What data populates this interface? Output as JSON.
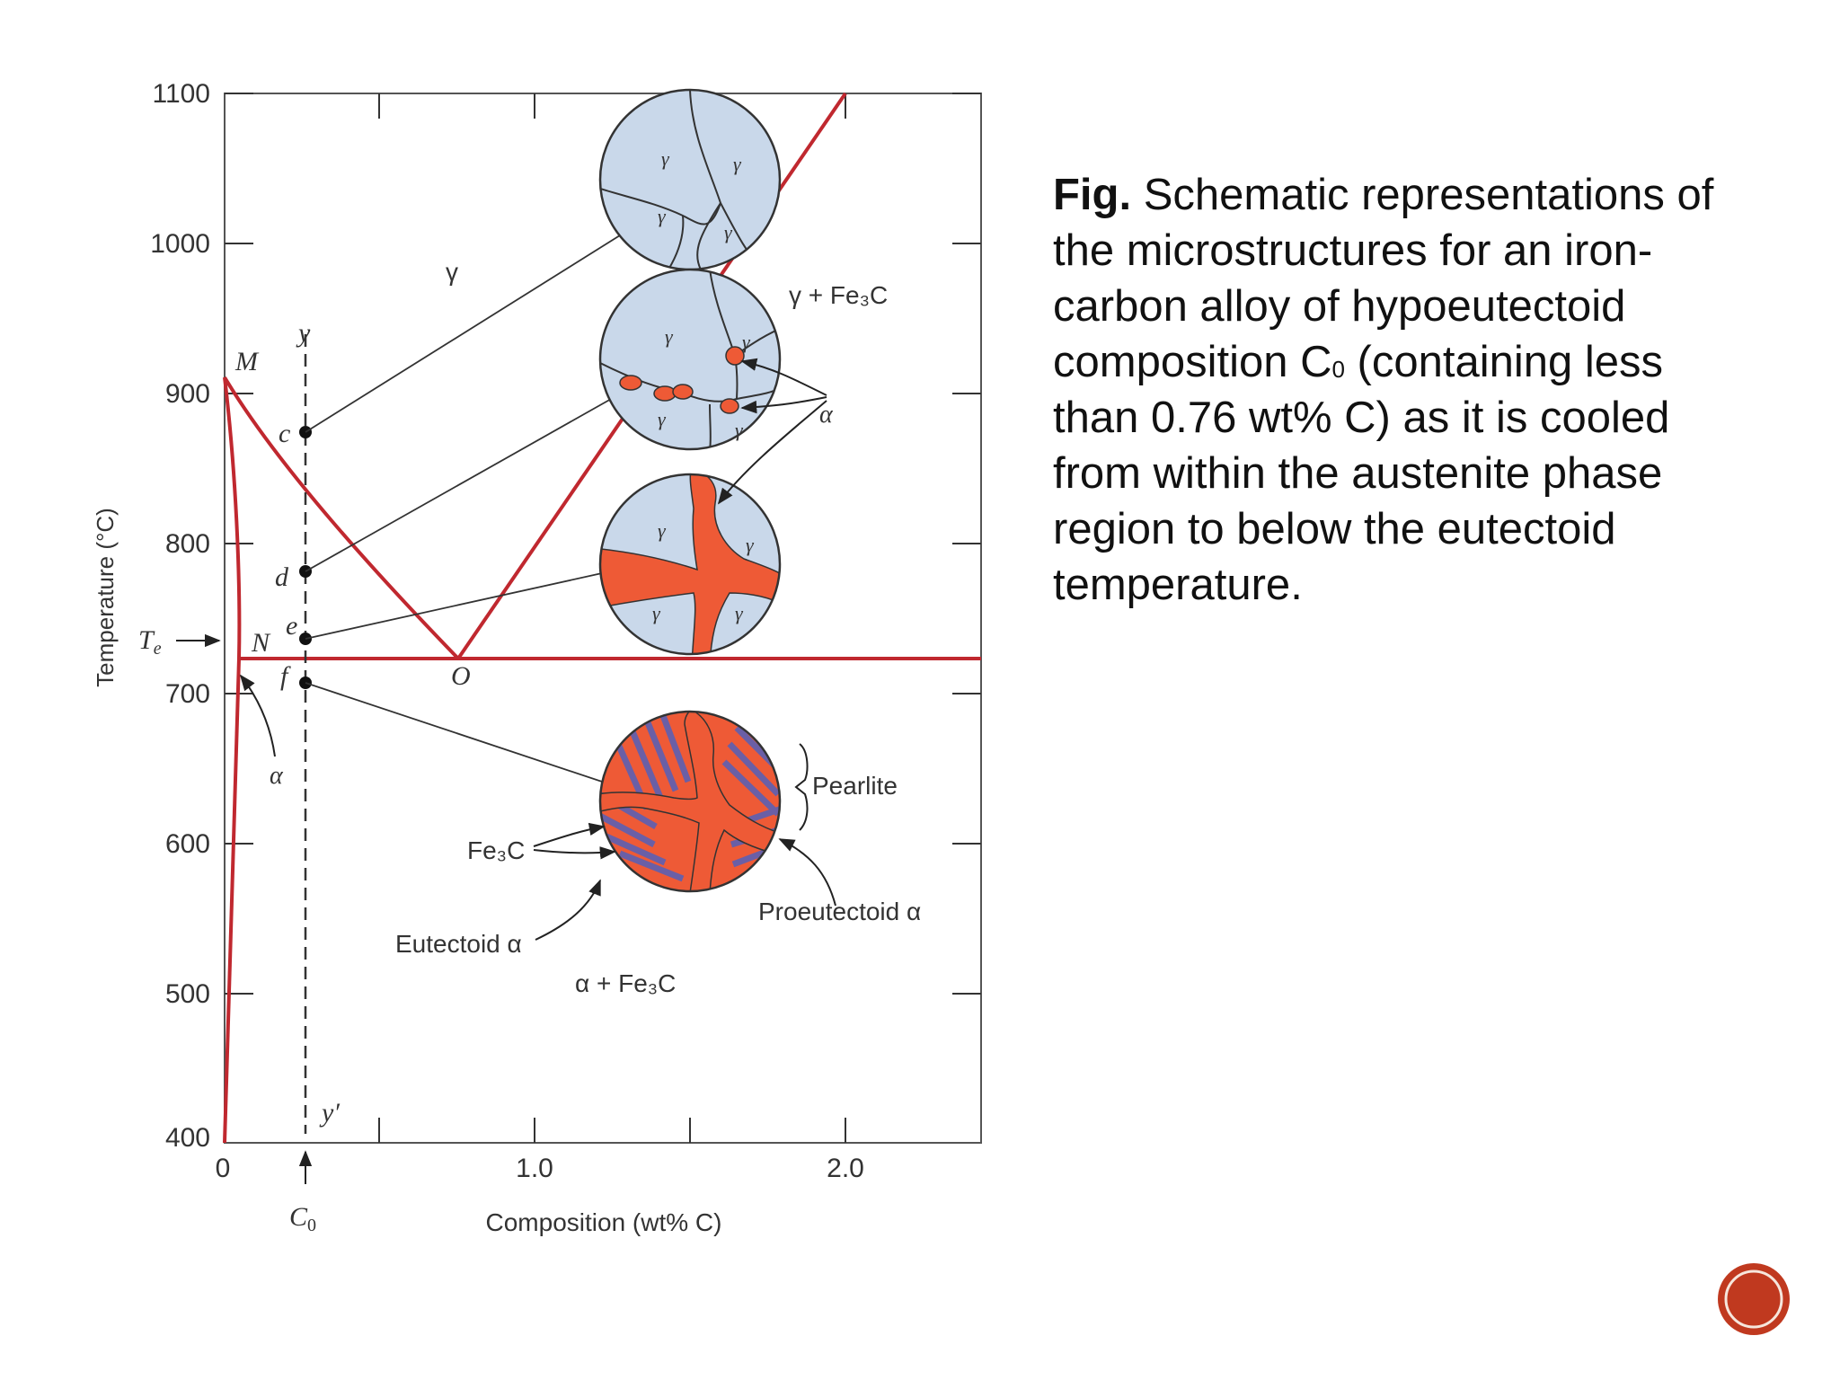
{
  "figure": {
    "y_axis": {
      "label": "Temperature (°C)",
      "ticks": [
        "1100",
        "1000",
        "900",
        "800",
        "700",
        "600",
        "500",
        "400"
      ]
    },
    "x_axis": {
      "label": "Composition (wt% C)",
      "ticks": [
        "0",
        "1.0",
        "2.0"
      ]
    },
    "point_labels": {
      "M": "M",
      "N": "N",
      "O": "O",
      "c": "c",
      "d": "d",
      "e": "e",
      "f": "f",
      "y_top": "y",
      "y_bottom": "y′",
      "Te": "T",
      "Te_sub": "e",
      "C0": "C",
      "C0_sub": "0"
    },
    "region_labels": {
      "gamma": "γ",
      "gamma_fe3c": "γ + Fe₃C",
      "alpha": "α",
      "alpha_fe3c": "α + Fe₃C"
    },
    "annotations": {
      "alpha_callout": "α",
      "fe3c": "Fe₃C",
      "eutectoid_alpha": "Eutectoid α",
      "pearlite": "Pearlite",
      "proeutectoid_alpha": "Proeutectoid α"
    },
    "grain_label": "γ",
    "colors": {
      "phase_line": "#c0282f",
      "austenite": "#c9d8ea",
      "ferrite": "#ee5a36",
      "cementite": "#6a5fa6",
      "outline": "#333333"
    }
  },
  "caption": {
    "lead": "Fig.",
    "line1": " Schematic representations of",
    "line2": "the microstructures for an iron-",
    "line3": "carbon alloy of hypoeutectoid",
    "line4a": "composition C",
    "line4_sub": "0",
    "line4b": " (containing less",
    "line5": "than 0.76 wt% C) as it is cooled",
    "line6": "from within the austenite phase",
    "line7": "region to below the eutectoid",
    "line8": "temperature."
  }
}
